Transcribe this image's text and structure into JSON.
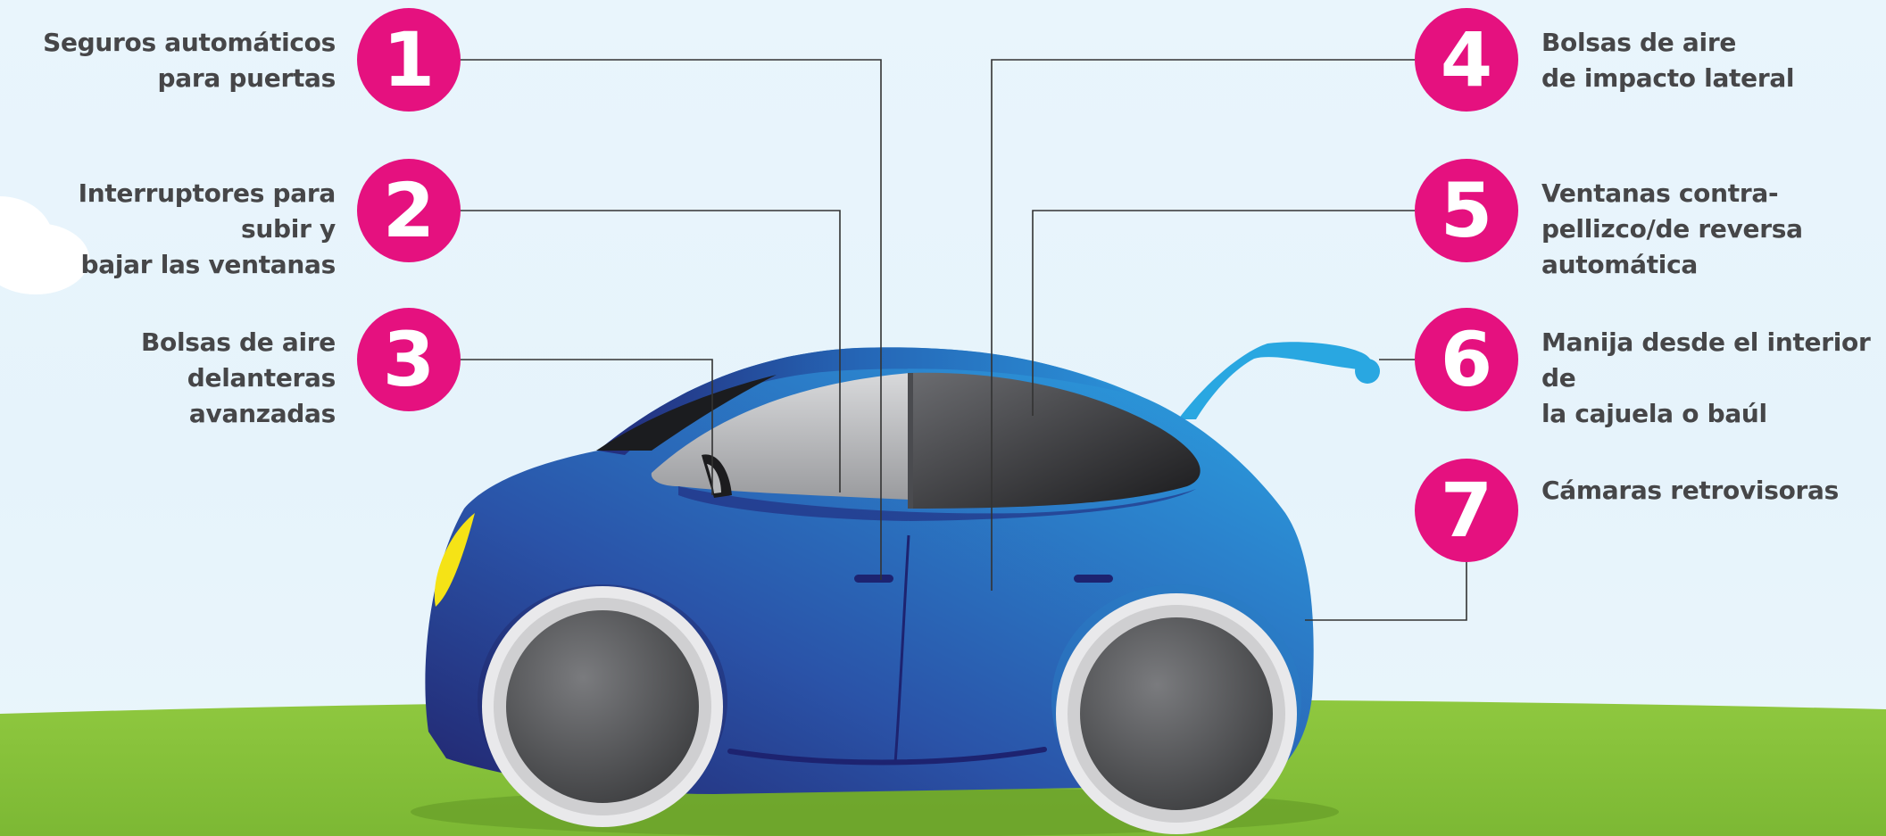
{
  "colors": {
    "badge": "#e5117f",
    "car_body_dark": "#253184",
    "car_body_light": "#2aa1de",
    "ground": "#8dc63f",
    "sky": "#e9f5fc",
    "headlight": "#f5e316",
    "tire_rim": "#e8e8ea",
    "tire_hub": "#5a5b5d",
    "leader_line": "#333333",
    "text": "#464648"
  },
  "features": [
    {
      "number": "1",
      "label": "Seguros automáticos\npara puertas"
    },
    {
      "number": "2",
      "label": "Interruptores para subir y\nbajar las ventanas"
    },
    {
      "number": "3",
      "label": "Bolsas de aire delanteras\navanzadas"
    },
    {
      "number": "4",
      "label": "Bolsas de aire\nde impacto lateral"
    },
    {
      "number": "5",
      "label": "Ventanas contra-\npellizco/de reversa\nautomática"
    },
    {
      "number": "6",
      "label": "Manija desde el interior de\nla cajuela o baúl"
    },
    {
      "number": "7",
      "label": "Cámaras retrovisoras"
    }
  ],
  "icons": {
    "badges": "numbered-circle-icon",
    "car": "car-illustration",
    "cloud": "cloud-icon"
  }
}
